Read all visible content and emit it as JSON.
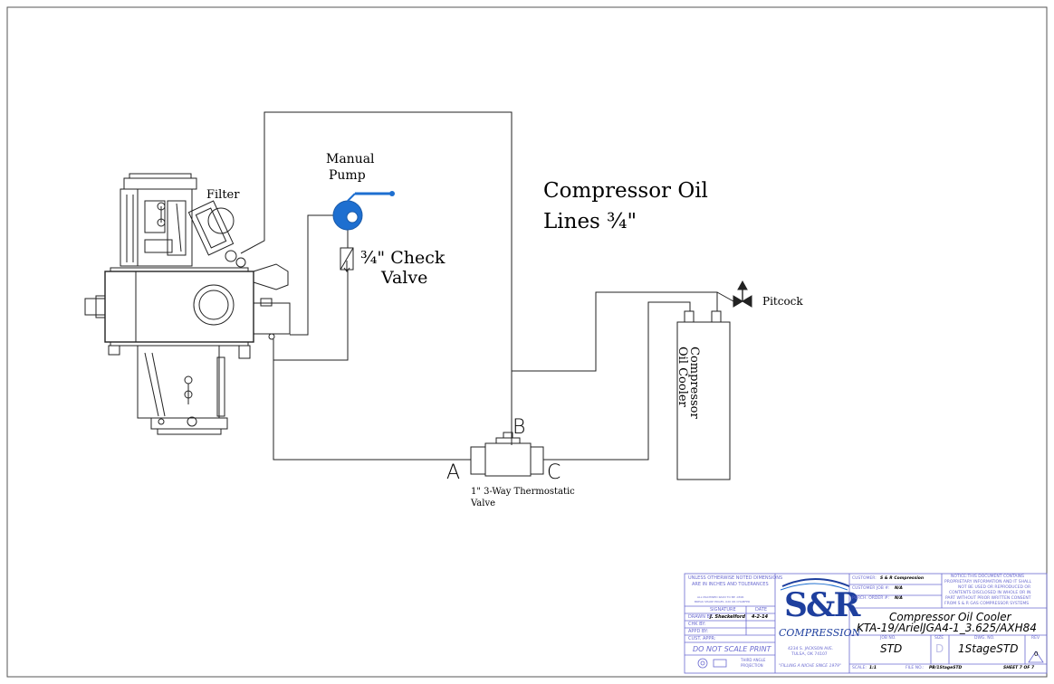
{
  "diagram": {
    "labels": {
      "filter": "Filter",
      "manual_pump_line1": "Manual",
      "manual_pump_line2": "Pump",
      "check_valve_line1": "¾\" Check",
      "check_valve_line2": "Valve",
      "oil_lines_line1": "Compressor Oil",
      "oil_lines_line2": "Lines ¾\"",
      "pitcock": "Pitcock",
      "oil_cooler_line1": "Compressor",
      "oil_cooler_line2": "Oil Cooler",
      "port_a": "A",
      "port_b": "B",
      "port_c": "C",
      "thermo_valve_line1": "1\"  3-Way Thermostatic",
      "thermo_valve_line2": "Valve"
    },
    "colors": {
      "line": "#222222",
      "pump": "#1e6fd0",
      "handle": "#1e6fd0"
    }
  },
  "title_block": {
    "tolerance_line1": "UNLESS OTHERWISE NOTED DIMENSIONS",
    "tolerance_line2": "ARE IN INCHES AND TOLERANCES",
    "tolerance_line3": "ALL MACHINED RADII TO BE .030R",
    "tolerance_line4": "BREAK SHARP EDGES .020 OR CHAMFER",
    "signature_label": "SIGNATURE",
    "date_label": "DATE",
    "drawn_by_label": "DRAWN BY:",
    "drawn_by": "J. Shackelford",
    "drawn_date": "4-2-14",
    "chk_by": "CHK BY:",
    "appd_by": "APPD BY:",
    "cust_appr": "CUST. APPR:",
    "do_not_scale": "DO NOT SCALE PRINT",
    "projection_line1": "THIRD ANGLE",
    "projection_line2": "PROJECTION",
    "logo_text": "S&R",
    "logo_sub": "COMPRESSION",
    "address_line1": "4234 S. JACKSON AVE.",
    "address_line2": "TULSA, OK 74107",
    "slogan": "\"FILLING A NICHE SINCE 1979\"",
    "customer_label": "CUSTOMER:",
    "customer": "S & R Compression",
    "cust_job_label": "CUSTOMER JOB #:",
    "cust_job": "N/A",
    "purch_order_label": "PURCH. ORDER #:",
    "purch_order": "N/A",
    "notice_line1": "NOTICE:THIS DOCUMENT CONTAINS",
    "notice_line2": "PROPRIETARY INFORMATION AND IT SHALL",
    "notice_line3": "NOT BE USED OR REPRODUCED OR",
    "notice_line4": "CONTENTS DISCLOSED IN WHOLE OR IN",
    "notice_line5": "PART WITHOUT PRIOR WRITTEN CONSENT",
    "notice_line6": "FROM S & R GAS COMPRESSOR SYSTEMS",
    "title_line1": "Compressor Oil Cooler",
    "title_line2": "KTA-19/ArielJGA4-1_3.625/AXH84",
    "job_no_label": "JOB NO.",
    "job_no": "STD",
    "size_label": "SIZE",
    "size": "D",
    "dwg_no_label": "DWG. NO.",
    "dwg_no": "1StageSTD",
    "rev_label": "REV",
    "rev": "0",
    "scale_label": "SCALE:",
    "scale": "1:1",
    "file_no_label": "FILE NO.:",
    "file_no": "PB/1StageSTD",
    "sheet": "SHEET 7 OF 7"
  }
}
